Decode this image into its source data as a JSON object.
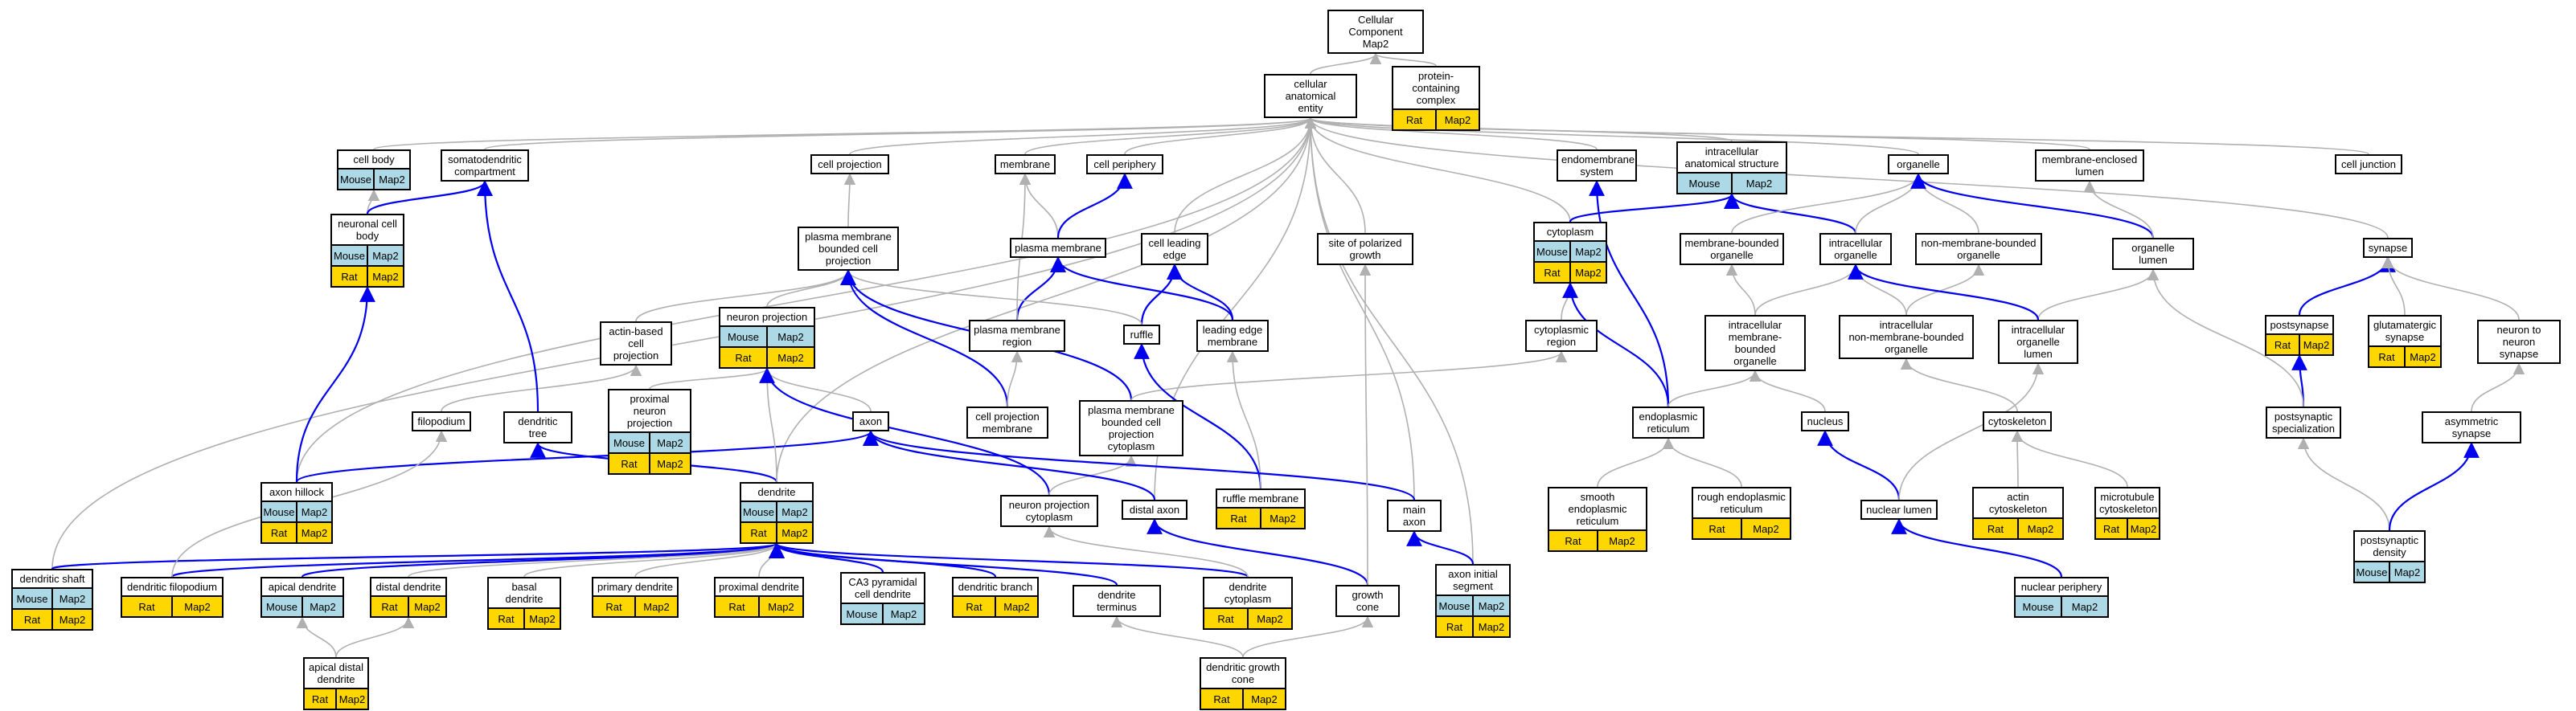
{
  "colors": {
    "gray_edge": "#b0b0b0",
    "blue_edge": "#0000ee",
    "mouse": "#add8e6",
    "rat": "#ffd700"
  },
  "tags": {
    "mouse": "Mouse",
    "rat": "Rat",
    "map2": "Map2"
  },
  "nodes": [
    {
      "id": "cc",
      "label": "Cellular Component\nMap2",
      "tags": []
    },
    {
      "id": "cae",
      "label": "cellular anatomical\nentity",
      "tags": []
    },
    {
      "id": "pcc",
      "label": "protein-containing\ncomplex",
      "tags": [
        "rat"
      ]
    },
    {
      "id": "cellbody",
      "label": "cell body",
      "tags": [
        "mouse"
      ]
    },
    {
      "id": "somato",
      "label": "somatodendritic\ncompartment",
      "tags": []
    },
    {
      "id": "neuronalbody",
      "label": "neuronal cell\nbody",
      "tags": [
        "mouse",
        "rat"
      ]
    },
    {
      "id": "cellproj",
      "label": "cell projection",
      "tags": []
    },
    {
      "id": "membrane",
      "label": "membrane",
      "tags": []
    },
    {
      "id": "periphery",
      "label": "cell periphery",
      "tags": []
    },
    {
      "id": "endomem",
      "label": "endomembrane\nsystem",
      "tags": []
    },
    {
      "id": "intracellular",
      "label": "intracellular\nanatomical structure",
      "tags": [
        "mouse"
      ]
    },
    {
      "id": "organelle",
      "label": "organelle",
      "tags": []
    },
    {
      "id": "memenclosed",
      "label": "membrane-enclosed\nlumen",
      "tags": []
    },
    {
      "id": "celljunction",
      "label": "cell junction",
      "tags": []
    },
    {
      "id": "pmbcp",
      "label": "plasma membrane\nbounded cell\nprojection",
      "tags": []
    },
    {
      "id": "plasmamem",
      "label": "plasma membrane",
      "tags": []
    },
    {
      "id": "leadingedge",
      "label": "cell leading\nedge",
      "tags": []
    },
    {
      "id": "polarized",
      "label": "site of polarized\ngrowth",
      "tags": []
    },
    {
      "id": "cytoplasm",
      "label": "cytoplasm",
      "tags": [
        "mouse",
        "rat"
      ]
    },
    {
      "id": "membounded",
      "label": "membrane-bounded\norganelle",
      "tags": []
    },
    {
      "id": "intraorg",
      "label": "intracellular\norganelle",
      "tags": []
    },
    {
      "id": "nonmem",
      "label": "non-membrane-bounded\norganelle",
      "tags": []
    },
    {
      "id": "orglumen",
      "label": "organelle lumen",
      "tags": []
    },
    {
      "id": "synapse",
      "label": "synapse",
      "tags": []
    },
    {
      "id": "actinproj",
      "label": "actin-based\ncell projection",
      "tags": []
    },
    {
      "id": "neuronproj",
      "label": "neuron projection",
      "tags": [
        "mouse",
        "rat"
      ]
    },
    {
      "id": "pmregion",
      "label": "plasma membrane\nregion",
      "tags": []
    },
    {
      "id": "ruffle",
      "label": "ruffle",
      "tags": []
    },
    {
      "id": "lemem",
      "label": "leading edge\nmembrane",
      "tags": []
    },
    {
      "id": "cytoregion",
      "label": "cytoplasmic\nregion",
      "tags": []
    },
    {
      "id": "imbo",
      "label": "intracellular\nmembrane-bounded\norganelle",
      "tags": []
    },
    {
      "id": "inmbo",
      "label": "intracellular\nnon-membrane-bounded\norganelle",
      "tags": []
    },
    {
      "id": "iolumen",
      "label": "intracellular\norganelle lumen",
      "tags": []
    },
    {
      "id": "postsynapse",
      "label": "postsynapse",
      "tags": [
        "rat"
      ]
    },
    {
      "id": "glut",
      "label": "glutamatergic\nsynapse",
      "tags": [
        "rat"
      ]
    },
    {
      "id": "n2n",
      "label": "neuron to neuron\nsynapse",
      "tags": []
    },
    {
      "id": "filopodium",
      "label": "filopodium",
      "tags": []
    },
    {
      "id": "dtree",
      "label": "dendritic tree",
      "tags": []
    },
    {
      "id": "pnp",
      "label": "proximal neuron\nprojection",
      "tags": [
        "mouse",
        "rat"
      ]
    },
    {
      "id": "axon",
      "label": "axon",
      "tags": []
    },
    {
      "id": "cpm",
      "label": "cell projection\nmembrane",
      "tags": []
    },
    {
      "id": "pmbcpc",
      "label": "plasma membrane\nbounded cell\nprojection cytoplasm",
      "tags": []
    },
    {
      "id": "er",
      "label": "endoplasmic\nreticulum",
      "tags": []
    },
    {
      "id": "nucleus",
      "label": "nucleus",
      "tags": []
    },
    {
      "id": "cytoskeleton",
      "label": "cytoskeleton",
      "tags": []
    },
    {
      "id": "pss",
      "label": "postsynaptic\nspecialization",
      "tags": []
    },
    {
      "id": "asym",
      "label": "asymmetric synapse",
      "tags": []
    },
    {
      "id": "axonhillock",
      "label": "axon hillock",
      "tags": [
        "mouse",
        "rat"
      ]
    },
    {
      "id": "dendrite",
      "label": "dendrite",
      "tags": [
        "mouse",
        "rat"
      ]
    },
    {
      "id": "npc",
      "label": "neuron projection\ncytoplasm",
      "tags": []
    },
    {
      "id": "distalaxon",
      "label": "distal axon",
      "tags": []
    },
    {
      "id": "rufflemem",
      "label": "ruffle membrane",
      "tags": [
        "rat"
      ]
    },
    {
      "id": "mainaxon",
      "label": "main axon",
      "tags": []
    },
    {
      "id": "ser",
      "label": "smooth endoplasmic\nreticulum",
      "tags": [
        "rat"
      ]
    },
    {
      "id": "rer",
      "label": "rough endoplasmic\nreticulum",
      "tags": [
        "rat"
      ]
    },
    {
      "id": "nlumen",
      "label": "nuclear lumen",
      "tags": []
    },
    {
      "id": "actincs",
      "label": "actin cytoskeleton",
      "tags": [
        "rat"
      ]
    },
    {
      "id": "mtcs",
      "label": "microtubule\ncytoskeleton",
      "tags": [
        "rat"
      ]
    },
    {
      "id": "psd",
      "label": "postsynaptic\ndensity",
      "tags": [
        "mouse"
      ]
    },
    {
      "id": "dshaft",
      "label": "dendritic shaft",
      "tags": [
        "mouse",
        "rat"
      ]
    },
    {
      "id": "dfilo",
      "label": "dendritic filopodium",
      "tags": [
        "rat"
      ]
    },
    {
      "id": "apical",
      "label": "apical dendrite",
      "tags": [
        "mouse"
      ]
    },
    {
      "id": "distald",
      "label": "distal dendrite",
      "tags": [
        "rat"
      ]
    },
    {
      "id": "basal",
      "label": "basal dendrite",
      "tags": [
        "rat"
      ]
    },
    {
      "id": "primary",
      "label": "primary dendrite",
      "tags": [
        "rat"
      ]
    },
    {
      "id": "proximald",
      "label": "proximal dendrite",
      "tags": [
        "rat"
      ]
    },
    {
      "id": "ca3",
      "label": "CA3 pyramidal\ncell dendrite",
      "tags": [
        "mouse"
      ]
    },
    {
      "id": "branch",
      "label": "dendritic branch",
      "tags": [
        "rat"
      ]
    },
    {
      "id": "dterminus",
      "label": "dendrite terminus",
      "tags": []
    },
    {
      "id": "dcyto",
      "label": "dendrite cytoplasm",
      "tags": [
        "rat"
      ]
    },
    {
      "id": "growthcone",
      "label": "growth cone",
      "tags": []
    },
    {
      "id": "ais",
      "label": "axon initial\nsegment",
      "tags": [
        "mouse",
        "rat"
      ]
    },
    {
      "id": "nperiphery",
      "label": "nuclear periphery",
      "tags": [
        "mouse"
      ]
    },
    {
      "id": "apicaldistal",
      "label": "apical distal\ndendrite",
      "tags": [
        "rat"
      ]
    },
    {
      "id": "dgc",
      "label": "dendritic growth\ncone",
      "tags": [
        "rat"
      ]
    }
  ],
  "edges": [
    [
      "cae",
      "cc",
      "g"
    ],
    [
      "pcc",
      "cc",
      "g"
    ],
    [
      "cellbody",
      "cae",
      "g"
    ],
    [
      "somato",
      "cae",
      "g"
    ],
    [
      "cellproj",
      "cae",
      "g"
    ],
    [
      "membrane",
      "cae",
      "g"
    ],
    [
      "periphery",
      "cae",
      "g"
    ],
    [
      "endomem",
      "cae",
      "g"
    ],
    [
      "intracellular",
      "cae",
      "g"
    ],
    [
      "organelle",
      "cae",
      "g"
    ],
    [
      "memenclosed",
      "cae",
      "g"
    ],
    [
      "celljunction",
      "cae",
      "g"
    ],
    [
      "leadingedge",
      "cae",
      "g"
    ],
    [
      "polarized",
      "cae",
      "g"
    ],
    [
      "cytoplasm",
      "cae",
      "g"
    ],
    [
      "synapse",
      "cae",
      "g"
    ],
    [
      "axonhillock",
      "cae",
      "g"
    ],
    [
      "dshaft",
      "cae",
      "g"
    ],
    [
      "dendrite",
      "cae",
      "g"
    ],
    [
      "mainaxon",
      "cae",
      "g"
    ],
    [
      "ais",
      "cae",
      "g"
    ],
    [
      "distalaxon",
      "cae",
      "g"
    ],
    [
      "neuronalbody",
      "cellbody",
      "g"
    ],
    [
      "neuronalbody",
      "somato",
      "b"
    ],
    [
      "pmbcp",
      "cellproj",
      "g"
    ],
    [
      "plasmamem",
      "membrane",
      "g"
    ],
    [
      "plasmamem",
      "periphery",
      "b"
    ],
    [
      "pmregion",
      "plasmamem",
      "b"
    ],
    [
      "pmregion",
      "membrane",
      "g"
    ],
    [
      "ruffle",
      "leadingedge",
      "b"
    ],
    [
      "lemem",
      "leadingedge",
      "b"
    ],
    [
      "lemem",
      "plasmamem",
      "b"
    ],
    [
      "ruffle",
      "pmbcp",
      "g"
    ],
    [
      "actinproj",
      "pmbcp",
      "g"
    ],
    [
      "neuronproj",
      "pmbcp",
      "g"
    ],
    [
      "cpm",
      "pmbcp",
      "b"
    ],
    [
      "pmbcpc",
      "pmbcp",
      "b"
    ],
    [
      "cytoplasm",
      "intracellular",
      "b"
    ],
    [
      "intraorg",
      "intracellular",
      "b"
    ],
    [
      "intraorg",
      "organelle",
      "g"
    ],
    [
      "membounded",
      "organelle",
      "g"
    ],
    [
      "nonmem",
      "organelle",
      "g"
    ],
    [
      "orglumen",
      "organelle",
      "b"
    ],
    [
      "orglumen",
      "memenclosed",
      "g"
    ],
    [
      "imbo",
      "membounded",
      "g"
    ],
    [
      "imbo",
      "intraorg",
      "g"
    ],
    [
      "inmbo",
      "nonmem",
      "g"
    ],
    [
      "inmbo",
      "intraorg",
      "g"
    ],
    [
      "iolumen",
      "orglumen",
      "g"
    ],
    [
      "iolumen",
      "intraorg",
      "b"
    ],
    [
      "cytoregion",
      "cytoplasm",
      "g"
    ],
    [
      "er",
      "endomem",
      "b"
    ],
    [
      "er",
      "cytoplasm",
      "b"
    ],
    [
      "er",
      "imbo",
      "g"
    ],
    [
      "nucleus",
      "imbo",
      "g"
    ],
    [
      "cytoskeleton",
      "inmbo",
      "g"
    ],
    [
      "nlumen",
      "nucleus",
      "b"
    ],
    [
      "nlumen",
      "iolumen",
      "g"
    ],
    [
      "postsynapse",
      "synapse",
      "b"
    ],
    [
      "glut",
      "synapse",
      "g"
    ],
    [
      "n2n",
      "synapse",
      "g"
    ],
    [
      "pss",
      "postsynapse",
      "b"
    ],
    [
      "pss",
      "orglumen",
      "g"
    ],
    [
      "asym",
      "n2n",
      "g"
    ],
    [
      "psd",
      "pss",
      "g"
    ],
    [
      "psd",
      "asym",
      "b"
    ],
    [
      "filopodium",
      "actinproj",
      "g"
    ],
    [
      "dtree",
      "somato",
      "b"
    ],
    [
      "pnp",
      "neuronproj",
      "g"
    ],
    [
      "axon",
      "neuronproj",
      "g"
    ],
    [
      "cpm",
      "pmregion",
      "g"
    ],
    [
      "pmbcpc",
      "cytoregion",
      "g"
    ],
    [
      "axonhillock",
      "neuronalbody",
      "b"
    ],
    [
      "axonhillock",
      "axon",
      "b"
    ],
    [
      "dendrite",
      "dtree",
      "b"
    ],
    [
      "dendrite",
      "neuronproj",
      "g"
    ],
    [
      "npc",
      "neuronproj",
      "b"
    ],
    [
      "npc",
      "pmbcpc",
      "g"
    ],
    [
      "distalaxon",
      "axon",
      "b"
    ],
    [
      "rufflemem",
      "ruffle",
      "b"
    ],
    [
      "rufflemem",
      "lemem",
      "g"
    ],
    [
      "mainaxon",
      "axon",
      "b"
    ],
    [
      "ser",
      "er",
      "g"
    ],
    [
      "rer",
      "er",
      "g"
    ],
    [
      "actincs",
      "cytoskeleton",
      "g"
    ],
    [
      "mtcs",
      "cytoskeleton",
      "g"
    ],
    [
      "ais",
      "mainaxon",
      "b"
    ],
    [
      "nperiphery",
      "nlumen",
      "b"
    ],
    [
      "dshaft",
      "dendrite",
      "b"
    ],
    [
      "dfilo",
      "dendrite",
      "b"
    ],
    [
      "dfilo",
      "filopodium",
      "g"
    ],
    [
      "apical",
      "dendrite",
      "b"
    ],
    [
      "distald",
      "dendrite",
      "g"
    ],
    [
      "basal",
      "dendrite",
      "g"
    ],
    [
      "primary",
      "dendrite",
      "g"
    ],
    [
      "proximald",
      "dendrite",
      "g"
    ],
    [
      "ca3",
      "dendrite",
      "b"
    ],
    [
      "branch",
      "dendrite",
      "b"
    ],
    [
      "dterminus",
      "dendrite",
      "b"
    ],
    [
      "dcyto",
      "dendrite",
      "b"
    ],
    [
      "dcyto",
      "npc",
      "g"
    ],
    [
      "growthcone",
      "distalaxon",
      "b"
    ],
    [
      "growthcone",
      "polarized",
      "g"
    ],
    [
      "apicaldistal",
      "apical",
      "g"
    ],
    [
      "apicaldistal",
      "distald",
      "g"
    ],
    [
      "dgc",
      "growthcone",
      "g"
    ],
    [
      "dgc",
      "dterminus",
      "g"
    ]
  ]
}
